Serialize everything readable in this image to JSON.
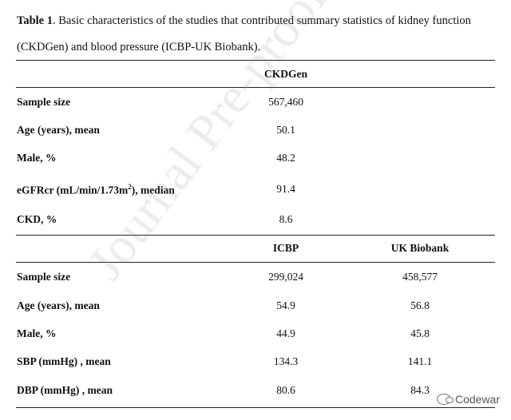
{
  "caption": {
    "label": "Table 1",
    "text": ". Basic characteristics of the studies that contributed summary statistics of kidney function (CKDGen) and blood pressure (ICBP-UK Biobank)."
  },
  "section1": {
    "header": "CKDGen",
    "rows": [
      {
        "label": "Sample size",
        "value": "567,460"
      },
      {
        "label": "Age (years), mean",
        "value": "50.1"
      },
      {
        "label": "Male, %",
        "value": "48.2"
      },
      {
        "label_pre": "eGFRcr (mL/min/1.73m",
        "label_sup": "2",
        "label_post": "), median",
        "value": "91.4"
      },
      {
        "label": "CKD, %",
        "value": "8.6"
      }
    ]
  },
  "section2": {
    "headers": [
      "ICBP",
      "UK Biobank"
    ],
    "rows": [
      {
        "label": "Sample size",
        "values": [
          "299,024",
          "458,577"
        ]
      },
      {
        "label": "Age (years), mean",
        "values": [
          "54.9",
          "56.8"
        ]
      },
      {
        "label": "Male, %",
        "values": [
          "44.9",
          "45.8"
        ]
      },
      {
        "label": "SBP (mmHg) , mean",
        "values": [
          "134.3",
          "141.1"
        ]
      },
      {
        "label": "DBP (mmHg) , mean",
        "values": [
          "80.6",
          "84.3"
        ]
      }
    ]
  },
  "watermark": "Journal Pre-proof",
  "brand": "Codewar"
}
